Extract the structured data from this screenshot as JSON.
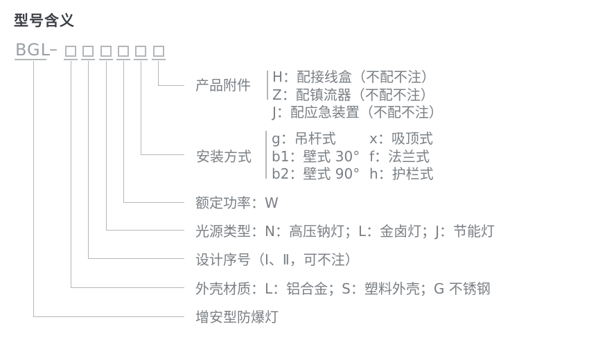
{
  "title": "型号含义",
  "model": {
    "prefix": "BGL",
    "separator": "–",
    "code_box_count": 6
  },
  "legend": {
    "accessories": {
      "label": "产品附件",
      "items": [
        "H：配接线盒（不配不注）",
        "Z：配镇流器（不配不注）",
        "J：配应急装置（不配不注）"
      ]
    },
    "mounting": {
      "label": "安装方式",
      "col1": [
        "g：吊杆式",
        "b1：壁式 30°",
        "b2：壁式 90°"
      ],
      "col2": [
        "x：吸顶式",
        "f：法兰式",
        "h：护栏式"
      ]
    },
    "rated_power": "额定功率：W",
    "light_source": "光源类型：N：高压钠灯；L：金卤灯；J：节能灯",
    "design_serial": "设计序号（Ⅰ、Ⅱ，可不注）",
    "housing_material": "外壳材质：L：铝合金；S：塑料外壳；G 不锈钢",
    "lamp_type": "增安型防爆灯"
  },
  "colors": {
    "background": "#ffffff",
    "title_text": "#3b3e43",
    "body_text": "#7a7f84",
    "line_gray": "#b2b6ba",
    "model_text": "#9ba0a5"
  }
}
